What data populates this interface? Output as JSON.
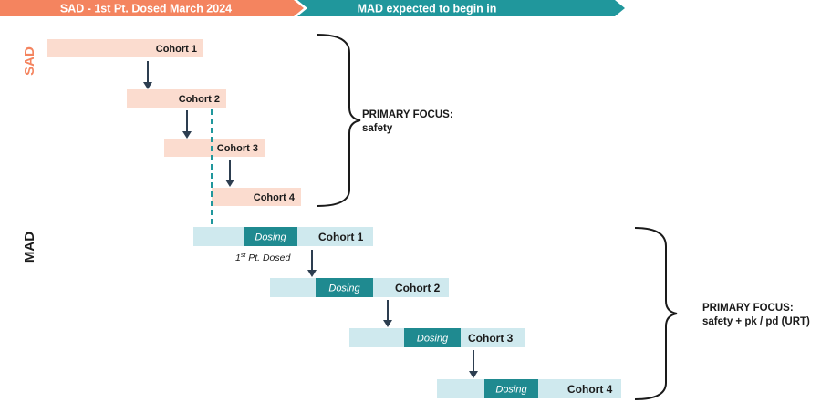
{
  "header": {
    "sad_banner": "SAD - 1st Pt. Dosed March 2024",
    "mad_banner": "MAD expected to begin in"
  },
  "sad": {
    "label": "SAD",
    "cohorts": [
      "Cohort 1",
      "Cohort 2",
      "Cohort 3",
      "Cohort 4"
    ],
    "focus_title": "PRIMARY FOCUS:",
    "focus_detail": "safety"
  },
  "mad": {
    "label": "MAD",
    "cohorts": [
      "Cohort 1",
      "Cohort 2",
      "Cohort 3",
      "Cohort 4"
    ],
    "dosing_label": "Dosing",
    "first_dosed_sup": "st",
    "first_dosed_rest": " Pt. Dosed",
    "first_dosed_num": "1",
    "focus_title": "PRIMARY FOCUS:",
    "focus_detail": "safety + pk / pd (URT)"
  },
  "colors": {
    "sad_orange": "#f4845f",
    "sad_fill": "#fbdccf",
    "mad_teal": "#20979c",
    "mad_dark_teal": "#1f8a90",
    "mad_fill": "#cfe9ee",
    "arrow": "#2d3e50",
    "text_dark": "#1a1a1a"
  }
}
